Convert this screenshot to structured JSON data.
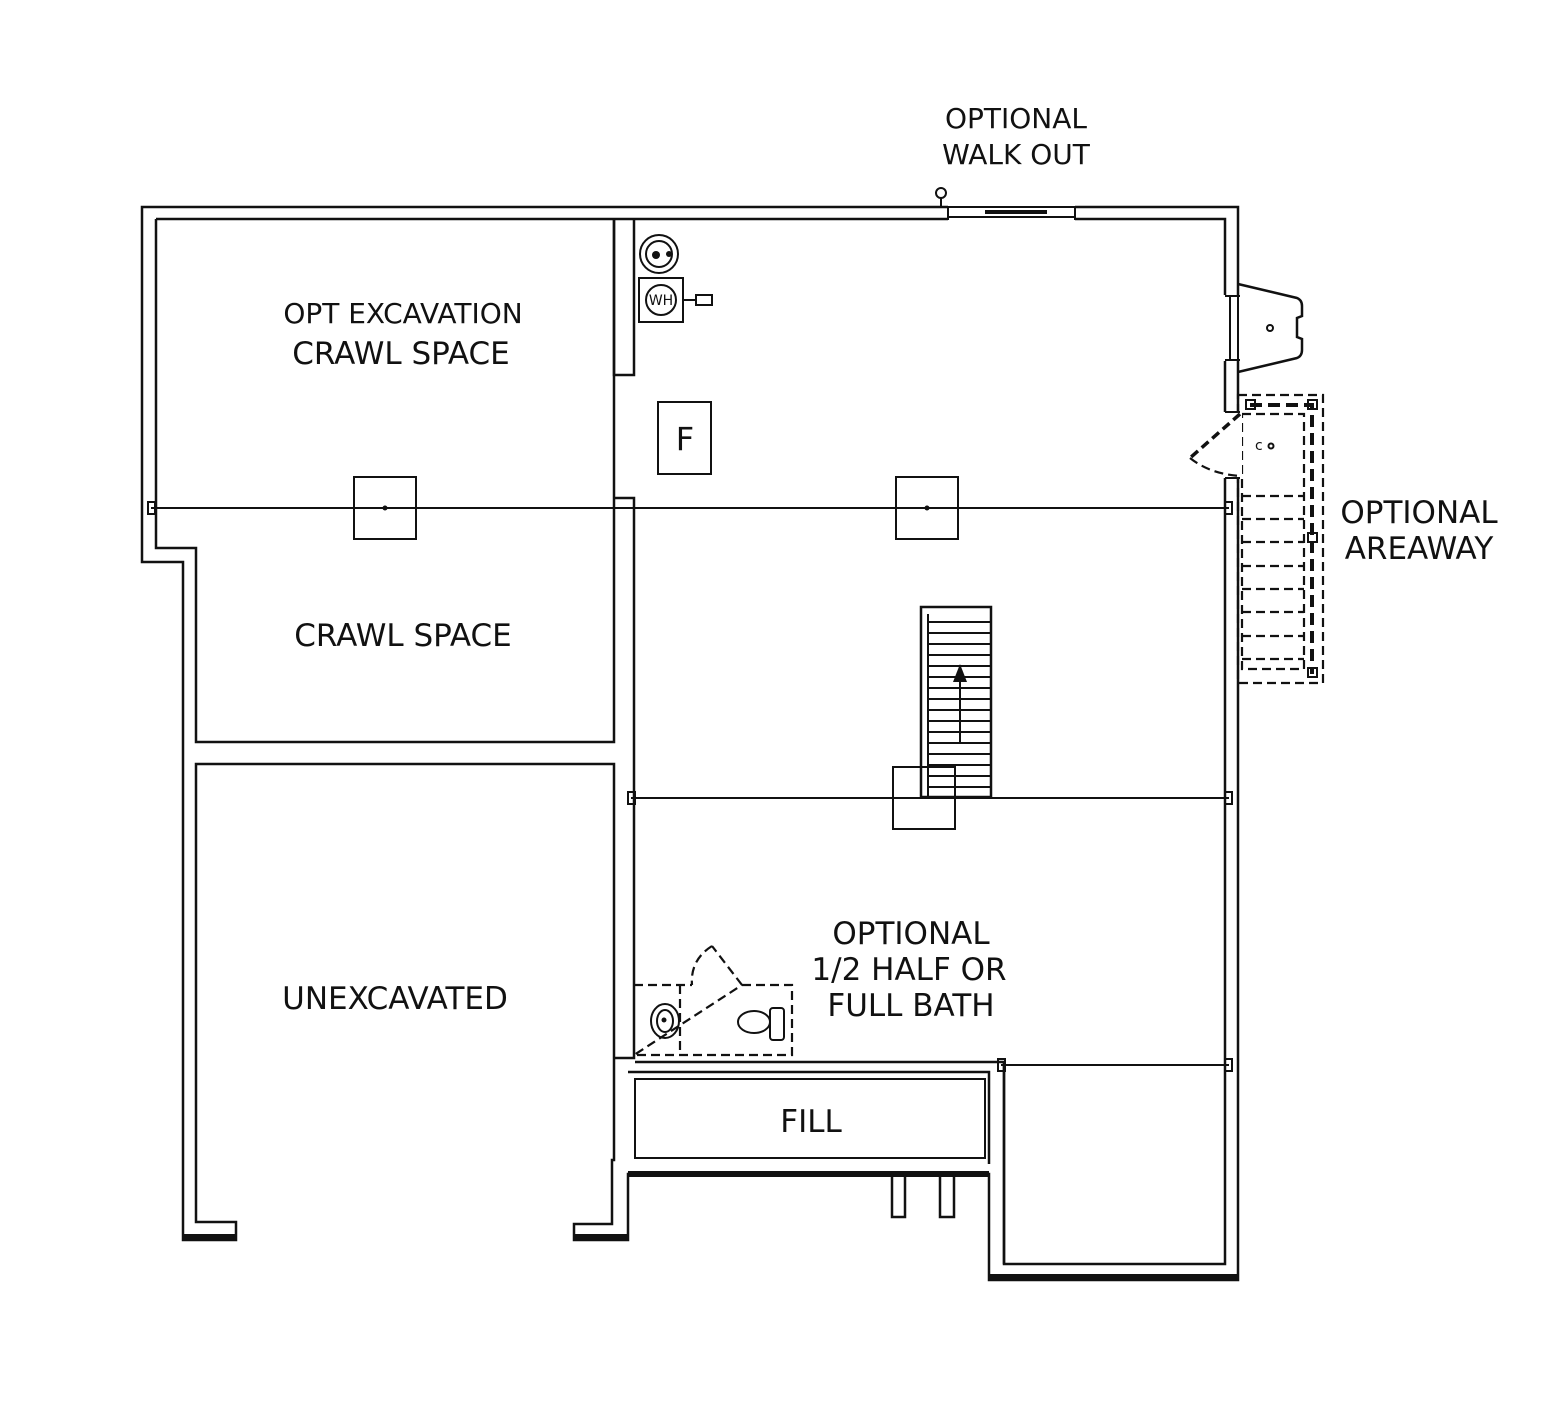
{
  "labels": {
    "walkout_line1": "OPTIONAL",
    "walkout_line2": "WALK OUT",
    "opt_excavation": "OPT EXCAVATION",
    "crawl_space_top": "CRAWL SPACE",
    "crawl_space": "CRAWL SPACE",
    "unexcavated": "UNEXCAVATED",
    "areaway_line1": "OPTIONAL",
    "areaway_line2": "AREAWAY",
    "bath_line1": "OPTIONAL",
    "bath_line2": "1/2 HALF OR",
    "bath_line3": "FULL BATH",
    "fill": "FILL",
    "furnace": "F",
    "water_heater": "WH"
  }
}
